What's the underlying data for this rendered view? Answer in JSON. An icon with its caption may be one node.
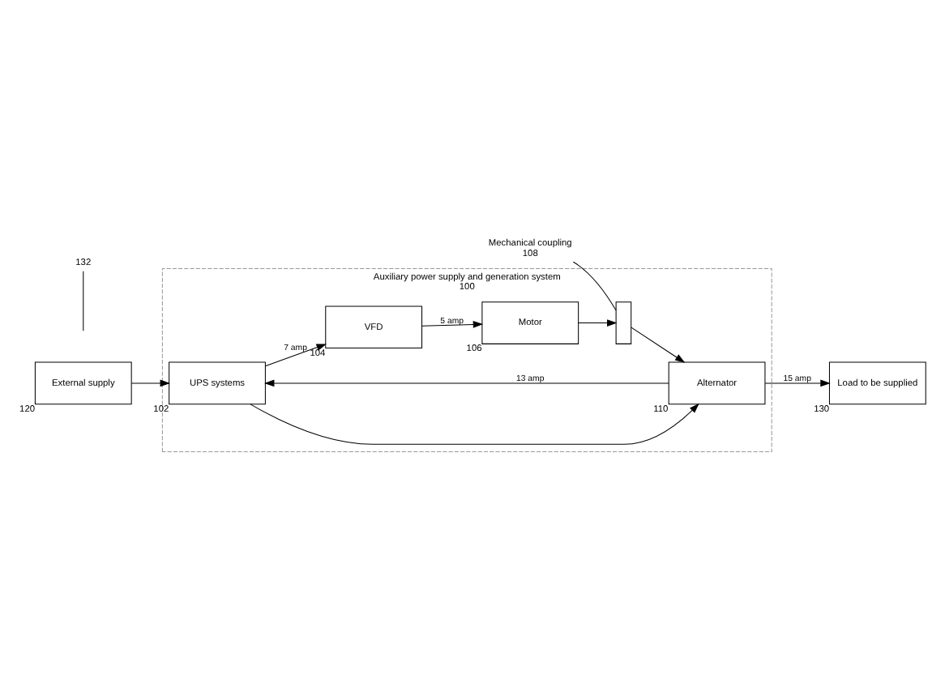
{
  "diagram": {
    "nodes": [
      {
        "text": [
          "Auxiliary power supply and generation system",
          "100"
        ]
      },
      {
        "text": [
          "External supply"
        ],
        "beside": [
          "120"
        ]
      },
      {
        "text": [
          "UPS systems"
        ],
        "in": 0,
        "beside": [
          "102"
        ]
      },
      {
        "text": [
          "VFD"
        ],
        "in": 0,
        "beside": [
          "104"
        ]
      },
      {
        "text": [
          "Motor"
        ],
        "in": 0,
        "beside": [
          "106"
        ]
      },
      {
        "text": [
          "Alternator"
        ],
        "in": 0,
        "beside": [
          "110"
        ]
      },
      {
        "text": [],
        "shape": "bar",
        "in": 0
      },
      {
        "text": [
          "Mechanical coupling",
          "108"
        ]
      },
      {
        "text": [
          "Load to be supplied"
        ],
        "beside": [
          "130"
        ]
      },
      {
        "text": [
          "132"
        ]
      }
    ],
    "edges": [
      {
        "from": 1,
        "to": 2,
        "arrow": "to"
      },
      {
        "from": 2,
        "to": 3,
        "arrow": "to",
        "label": "7 amp"
      },
      {
        "from": 3,
        "to": 4,
        "arrow": "to",
        "label": "5 amp"
      },
      {
        "from": 4,
        "to": 6,
        "arrow": "to"
      },
      {
        "from": 6,
        "to": 5,
        "arrow": "to"
      },
      {
        "from": 2,
        "to": 5,
        "arrow": "to"
      },
      {
        "from": 5,
        "to": 2,
        "arrow": "to",
        "label": "13 amp"
      },
      {
        "from": 5,
        "to": 8,
        "arrow": "to",
        "label": "15 amp"
      },
      {
        "from": 7,
        "to": 6,
        "arrow": "none"
      },
      {
        "from": 9,
        "to": null,
        "arrow": "none"
      }
    ]
  }
}
